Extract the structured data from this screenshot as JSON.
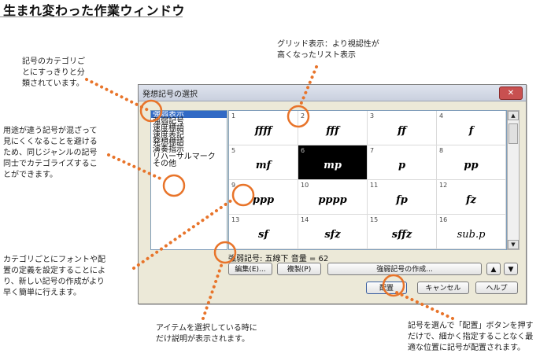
{
  "page_title": "生まれ変わった作業ウィンドウ",
  "annotations": {
    "category": [
      "記号のカテゴリご",
      "とにすっきりと分",
      "類されています。"
    ],
    "genre": [
      "用途が違う記号が混ざって",
      "見にくくなることを避ける",
      "ため、同じジャンルの記号",
      "同士でカテゴライズするこ",
      "とができます。"
    ],
    "grid": [
      "グリッド表示：より視認性が",
      "高くなったリスト表示"
    ],
    "font": [
      "カテゴリごとにフォントや配",
      "置の定義を設定することによ",
      "り、新しい記号の作成がより",
      "早く簡単に行えます。"
    ],
    "description": [
      "アイテムを選択している時に",
      "だけ説明が表示されます。"
    ],
    "place": [
      "記号を選んで「配置」ボタンを押す",
      "だけで、細かく指定することなく最",
      "適な位置に記号が配置されます。"
    ]
  },
  "dialog": {
    "title": "発想記号の選択",
    "close_label": "✕",
    "categories": [
      {
        "label": "強弱表示"
      },
      {
        "label": "強弱記号"
      },
      {
        "label": "速度標語"
      },
      {
        "label": "速度表記"
      },
      {
        "label": "発想標語"
      },
      {
        "label": "演奏指示"
      },
      {
        "label": "リハーサルマーク"
      },
      {
        "label": "その他"
      }
    ],
    "selected_category_index": 0,
    "cells": [
      {
        "num": "1",
        "sym": "ffff"
      },
      {
        "num": "2",
        "sym": "fff"
      },
      {
        "num": "3",
        "sym": "ff"
      },
      {
        "num": "4",
        "sym": "f"
      },
      {
        "num": "5",
        "sym": "mf"
      },
      {
        "num": "6",
        "sym": "mp"
      },
      {
        "num": "7",
        "sym": "p"
      },
      {
        "num": "8",
        "sym": "pp"
      },
      {
        "num": "9",
        "sym": "ppp"
      },
      {
        "num": "10",
        "sym": "pppp"
      },
      {
        "num": "11",
        "sym": "fp"
      },
      {
        "num": "12",
        "sym": "fz"
      },
      {
        "num": "13",
        "sym": "sf"
      },
      {
        "num": "14",
        "sym": "sfz"
      },
      {
        "num": "15",
        "sym": "sffz"
      },
      {
        "num": "16",
        "sym": "sub.p"
      }
    ],
    "selected_cell_index": 5,
    "status_text": "強弱記号: 五線下 音量 = 62",
    "buttons": {
      "edit": "編集(E)...",
      "duplicate": "複製(P)",
      "create": "強弱記号の作成...",
      "up": "▲",
      "down": "▼",
      "place": "配置",
      "cancel": "キャンセル",
      "help": "ヘルプ"
    },
    "scroll_up": "▲",
    "scroll_down": "▼"
  },
  "colors": {
    "accent_dots": "#e8742a",
    "selection": "#316ac5"
  }
}
